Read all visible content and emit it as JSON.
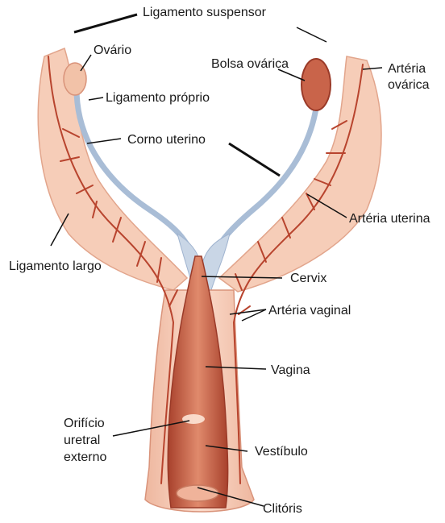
{
  "labels": {
    "ligamento_suspensor": "Ligamento suspensor",
    "ovario": "Ovário",
    "bolsa_ovarica": "Bolsa ovárica",
    "arteria_ovarica_1": "Artéria",
    "arteria_ovarica_2": "ovárica",
    "ligamento_proprio": "Ligamento próprio",
    "corno_uterino": "Corno uterino",
    "arteria_uterina": "Artéria uterina",
    "ligamento_largo": "Ligamento largo",
    "cervix": "Cervix",
    "arteria_vaginal": "Artéria vaginal",
    "vagina": "Vagina",
    "orificio_1": "Orifício",
    "orificio_2": "uretral",
    "orificio_3": "externo",
    "vestibulo": "Vestíbulo",
    "clitoris": "Clitóris"
  },
  "colors": {
    "tissue": "#f6cdb8",
    "tissue_shade": "#e9ad93",
    "horn": "#a9bdd6",
    "artery": "#b8442e",
    "vagina": "#c9644a",
    "vagina_dark": "#9a3a28",
    "leader": "#111111"
  }
}
